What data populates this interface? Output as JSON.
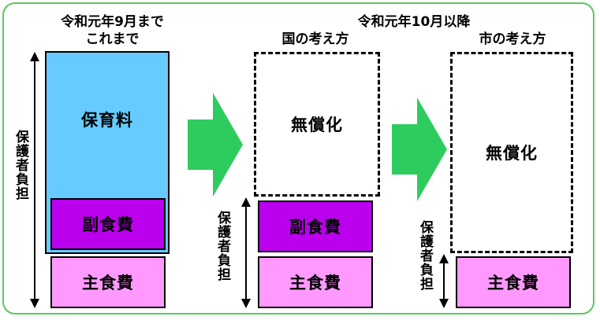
{
  "colors": {
    "frame_border": "#5cc85c",
    "arrow_green": "#2ecc5f",
    "fee_blue": "#66ccff",
    "side_dish_purple": "#bb00ee",
    "staple_pink": "#ff99ff"
  },
  "left_column": {
    "heading_line1": "令和元年9月まで",
    "heading_line2": "これまで",
    "burden_label": "保護者負担",
    "fee_label": "保育料",
    "side_dish_label": "副食費",
    "staple_label": "主食費"
  },
  "right_heading": "令和元年10月以降",
  "national_column": {
    "heading": "国の考え方",
    "free_label": "無償化",
    "burden_label": "保護者負担",
    "side_dish_label": "副食費",
    "staple_label": "主食費"
  },
  "city_column": {
    "heading": "市の考え方",
    "free_label": "無償化",
    "burden_label": "保護者負担",
    "staple_label": "主食費"
  },
  "icons": [
    "right-arrow-icon",
    "double-arrow-icon"
  ]
}
